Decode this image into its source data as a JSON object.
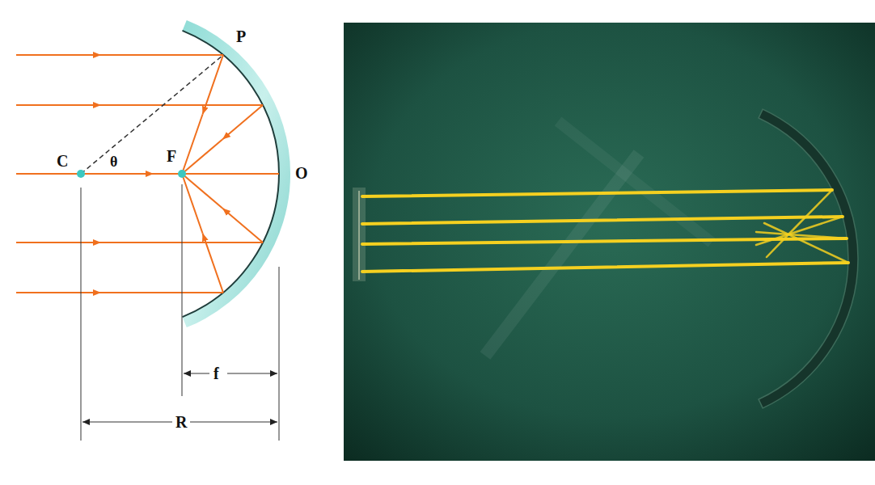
{
  "diagram": {
    "labels": [
      "P",
      "C",
      "θ",
      "F",
      "O",
      "f",
      "R"
    ]
  }
}
